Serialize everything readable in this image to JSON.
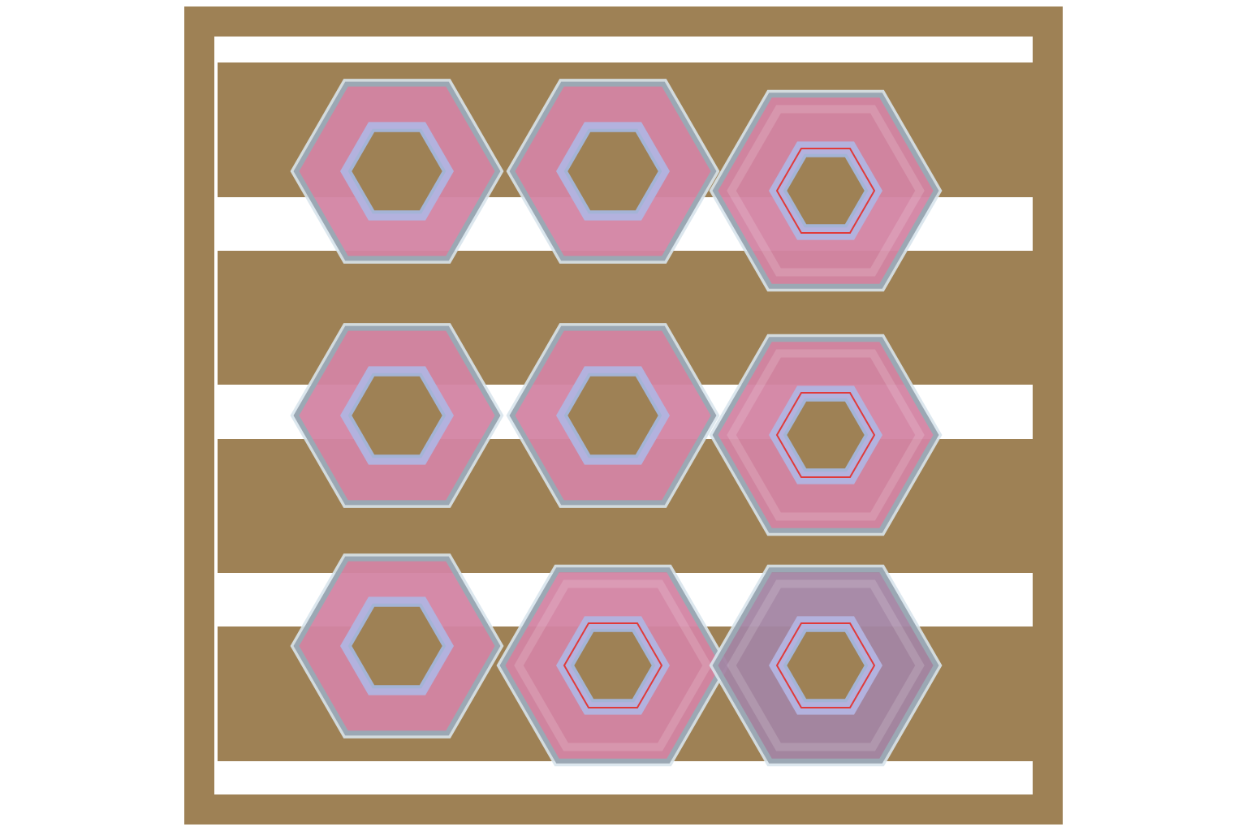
{
  "scene": {
    "frame_color": "#9E8155",
    "stripe_color": "#9E8155",
    "background_color": "#FFFFFF",
    "stripe_count": 4
  },
  "board": {
    "rows": 3,
    "cols": 3,
    "pieces": [
      {
        "row": 1,
        "col": 1,
        "shape": "hex-nut",
        "state": "normal",
        "color": "#D384A3"
      },
      {
        "row": 1,
        "col": 2,
        "shape": "hex-nut",
        "state": "normal",
        "color": "#D384A3"
      },
      {
        "row": 1,
        "col": 3,
        "shape": "hex-nut",
        "state": "raised",
        "color": "#D384A3"
      },
      {
        "row": 2,
        "col": 1,
        "shape": "hex-nut",
        "state": "normal",
        "color": "#D384A3"
      },
      {
        "row": 2,
        "col": 2,
        "shape": "hex-nut",
        "state": "normal",
        "color": "#D384A3"
      },
      {
        "row": 2,
        "col": 3,
        "shape": "hex-nut",
        "state": "raised",
        "color": "#D384A3"
      },
      {
        "row": 3,
        "col": 1,
        "shape": "hex-nut",
        "state": "normal",
        "color": "#D384A3"
      },
      {
        "row": 3,
        "col": 2,
        "shape": "hex-nut",
        "state": "raised",
        "color": "#D384A3"
      },
      {
        "row": 3,
        "col": 3,
        "shape": "hex-nut",
        "state": "selected",
        "color": "#A385A3"
      }
    ]
  }
}
